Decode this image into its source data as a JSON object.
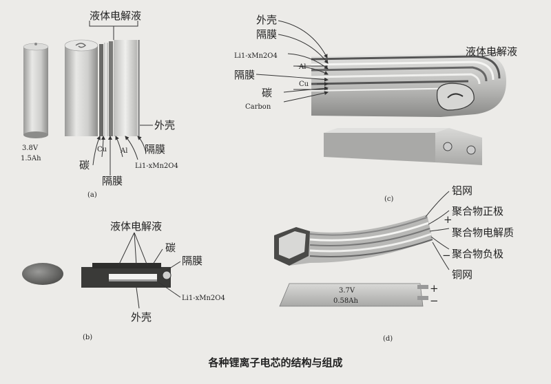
{
  "panel_a": {
    "label_electrolyte": "液体电解液",
    "label_shell": "外壳",
    "label_separator_right": "隔膜",
    "label_cu": "Cu",
    "label_al": "Al",
    "label_carbon": "碳",
    "label_separator_bottom": "隔膜",
    "label_cathode": "Li1-xMn2O4",
    "voltage": "3.8V",
    "capacity": "1.5Ah",
    "tag": "(a)"
  },
  "panel_b": {
    "label_electrolyte": "液体电解液",
    "label_carbon": "碳",
    "label_separator": "隔膜",
    "label_cathode": "Li1-xMn2O4",
    "label_shell": "外壳",
    "tag": "(b)"
  },
  "panel_c": {
    "label_shell": "外壳",
    "label_separator_top": "隔膜",
    "label_cathode": "Li1-xMn2O4",
    "label_al": "Al",
    "label_separator_mid": "隔膜",
    "label_cu": "Cu",
    "label_carbon_cn": "碳",
    "label_carbon_en": "Carbon",
    "label_electrolyte": "液体电解液",
    "tag": "(c)"
  },
  "panel_d": {
    "label_al_mesh": "铝网",
    "label_positive": "聚合物正极",
    "label_electrolyte": "聚合物电解质",
    "label_negative": "聚合物负极",
    "label_cu_mesh": "铜网",
    "sign_plus_top": "+",
    "sign_minus_top": "−",
    "sign_plus_bottom": "+",
    "sign_minus_bottom": "−",
    "voltage": "3.7V",
    "capacity": "0.58Ah",
    "tag": "(d)"
  },
  "caption": "各种锂离子电芯的结构与组成",
  "colors": {
    "background": "#ecebe8",
    "metal_light": "#d8d8d6",
    "metal_dark": "#555555",
    "ink": "#222222"
  }
}
